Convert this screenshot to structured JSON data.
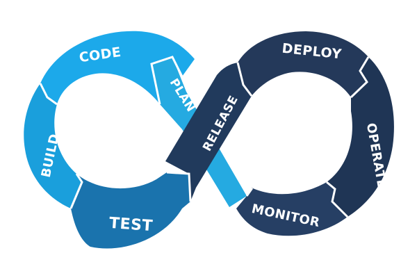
{
  "diagram": {
    "segments": [
      {
        "id": "plan",
        "label": "PLAN",
        "color": "#25aae1"
      },
      {
        "id": "code",
        "label": "CODE",
        "color": "#1ca9ea"
      },
      {
        "id": "build",
        "label": "BUILD",
        "color": "#1a9fdc"
      },
      {
        "id": "test",
        "label": "TEST",
        "color": "#1a73ad"
      },
      {
        "id": "release",
        "label": "RELEASE",
        "color": "#213a5c"
      },
      {
        "id": "deploy",
        "label": "DEPLOY",
        "color": "#24395a"
      },
      {
        "id": "operate",
        "label": "OPERATE",
        "color": "#1f3555"
      },
      {
        "id": "monitor",
        "label": "MONITOR",
        "color": "#263f64"
      }
    ]
  }
}
